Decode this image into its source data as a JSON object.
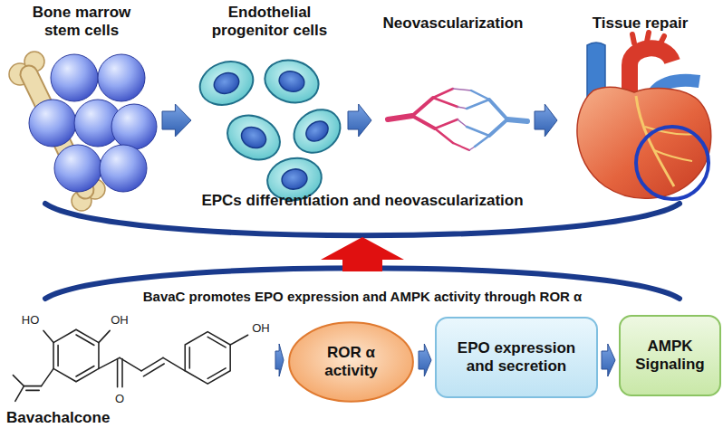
{
  "diagram": {
    "nodes": [
      {
        "text": [
          "Bone marrow stem cells"
        ]
      },
      {
        "text": [
          "Endothelial progenitor cells"
        ]
      },
      {
        "text": [
          "Neovascularization"
        ]
      },
      {
        "text": [
          "Tissue repair"
        ]
      },
      {
        "text": [
          "Bavachalcone"
        ]
      },
      {
        "text": [
          "ROR α activity"
        ]
      },
      {
        "text": [
          "EPO expression and secretion"
        ]
      },
      {
        "text": [
          "AMPK Signaling"
        ]
      }
    ],
    "edges": [
      {
        "from": 0,
        "to": 1,
        "arrow": "to"
      },
      {
        "from": 1,
        "to": 2,
        "arrow": "to"
      },
      {
        "from": 2,
        "to": 3,
        "arrow": "to"
      },
      {
        "from": 4,
        "to": 5,
        "arrow": "to"
      },
      {
        "from": 5,
        "to": 6,
        "arrow": "to"
      },
      {
        "from": 6,
        "to": 7,
        "arrow": "to"
      }
    ],
    "labels": [
      "EPCs differentiation and neovascularization",
      "BavaC promotes EPO expression and AMPK activity through ROR α",
      "HO",
      "OH",
      "O",
      "OH"
    ]
  }
}
